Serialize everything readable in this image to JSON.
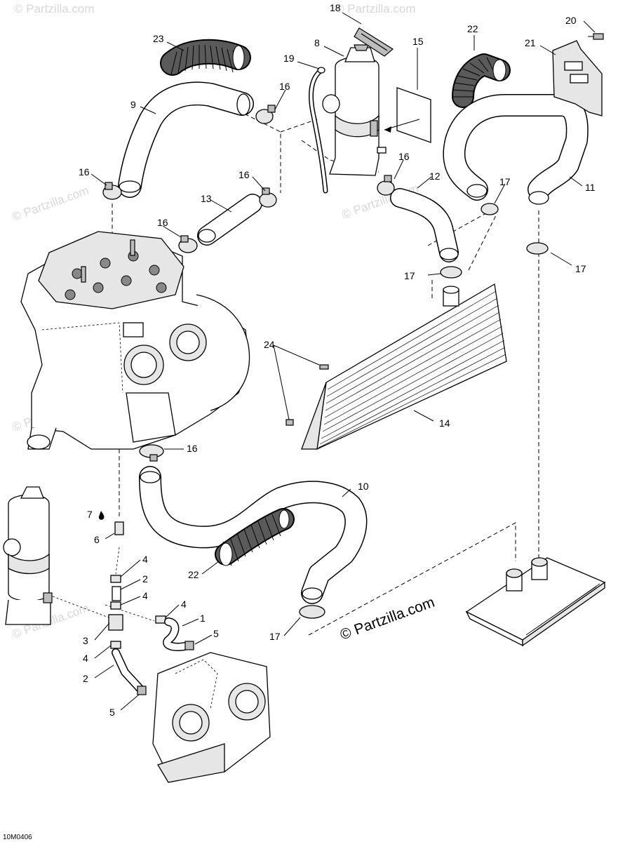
{
  "diagram": {
    "drawing_code": "10M0406",
    "watermark_main": "© Partzilla.com",
    "watermark_faint": "© Partzilla.com"
  },
  "callouts": {
    "c1": "1",
    "c2a": "2",
    "c2b": "2",
    "c3": "3",
    "c4a": "4",
    "c4b": "4",
    "c4c": "4",
    "c4d": "4",
    "c5a": "5",
    "c5b": "5",
    "c6": "6",
    "c7": "7",
    "c8": "8",
    "c9": "9",
    "c10": "10",
    "c11": "11",
    "c12": "12",
    "c13": "13",
    "c14": "14",
    "c15": "15",
    "c16a": "16",
    "c16b": "16",
    "c16c": "16",
    "c16d": "16",
    "c16e": "16",
    "c16f": "16",
    "c17a": "17",
    "c17b": "17",
    "c17c": "17",
    "c17d": "17",
    "c18": "18",
    "c19": "19",
    "c20": "20",
    "c21": "21",
    "c22a": "22",
    "c22b": "22",
    "c23": "23",
    "c24": "24"
  }
}
